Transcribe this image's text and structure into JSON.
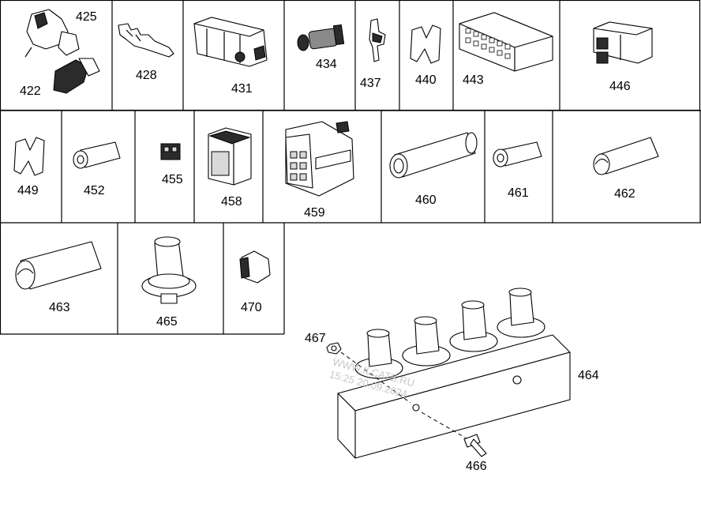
{
  "parts": {
    "p422": "422",
    "p425": "425",
    "p428": "428",
    "p431": "431",
    "p434": "434",
    "p437": "437",
    "p440": "440",
    "p443": "443",
    "p446": "446",
    "p449": "449",
    "p452": "452",
    "p455": "455",
    "p458": "458",
    "p459": "459",
    "p460": "460",
    "p461": "461",
    "p462": "462",
    "p463": "463",
    "p465": "465",
    "p470": "470",
    "p464": "464",
    "p466": "466",
    "p467": "467"
  },
  "watermark": {
    "line1": "WWW.ILCATS.RU",
    "line2": "15:25 20.09.2024"
  },
  "colors": {
    "line": "#000000",
    "background": "#ffffff",
    "watermark": "#c8c8c8"
  }
}
